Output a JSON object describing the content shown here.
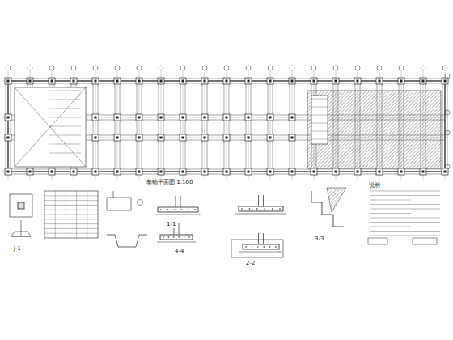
{
  "diagram": {
    "labels": [
      "基础平面图 1:100",
      "J-1",
      "1-1",
      "2-2",
      "3-3",
      "4-4",
      "说明："
    ]
  }
}
